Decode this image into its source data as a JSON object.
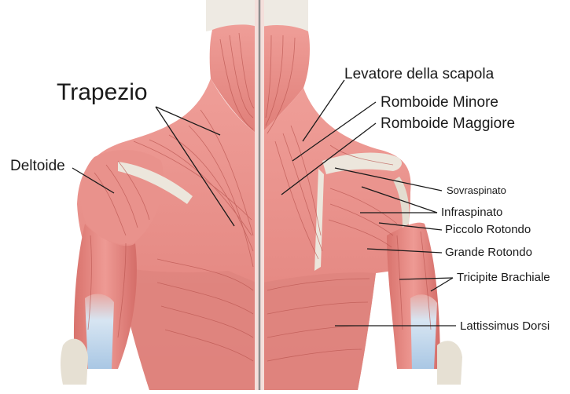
{
  "labels": {
    "trapezio": "Trapezio",
    "deltoide": "Deltoide",
    "levatore": "Levatore della scapola",
    "romboide_minore": "Romboide Minore",
    "romboide_maggiore": "Romboide Maggiore",
    "sovraspinato": "Sovraspinato",
    "infraspinato": "Infraspinato",
    "piccolo_rotondo": "Piccolo Rotondo",
    "grande_rotondo": "Grande Rotondo",
    "tricipite": "Tricipite Brachiale",
    "lattissimus": "Lattissimus Dorsi"
  },
  "colors": {
    "muscle": "#e8918c",
    "muscle_dark": "#c9605c",
    "muscle_light": "#f2b3ad",
    "fiber": "#b85450",
    "tendon": "#ece6dc",
    "bone": "#e3ddd0",
    "tendon_blue": "#b9d3ea",
    "skin_spine": "#f6dcd8",
    "leader_line": "#1a1a1a"
  }
}
